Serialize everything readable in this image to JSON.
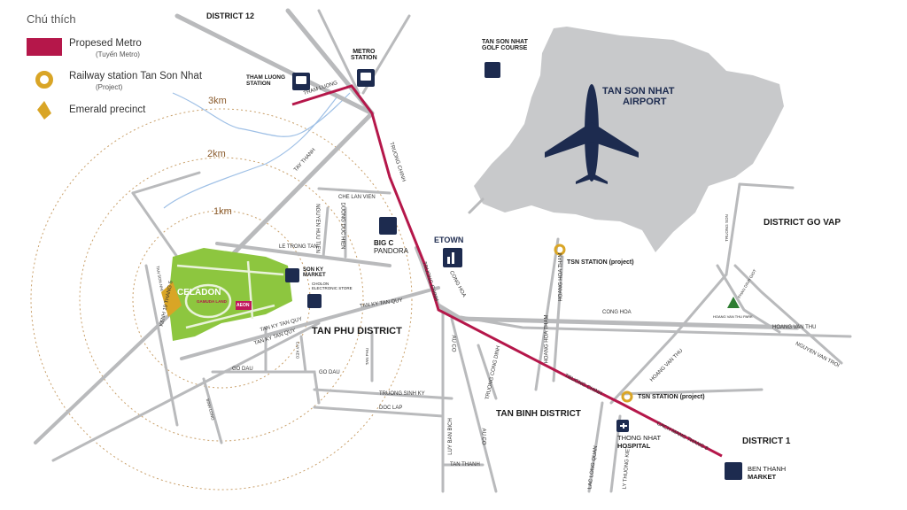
{
  "legend": {
    "title": "Chú thích",
    "items": [
      {
        "label": "Propesed Metro",
        "sub": "(Tuyến Metro)",
        "icon": "metro-line-swatch"
      },
      {
        "label": "Railway station Tan Son Nhat",
        "sub": "(Project)",
        "icon": "railway-station-ring"
      },
      {
        "label": "Emerald precinct",
        "sub": "",
        "icon": "emerald-diamond"
      }
    ]
  },
  "colors": {
    "metro": "#b5174a",
    "road": "#b9babc",
    "park": "#8dc63f",
    "airport": "#c8c9cb",
    "icon": "#1d2b4f",
    "ring": "#d9a526",
    "plane": "#1d2b4f"
  },
  "districts": {
    "d12": "DISTRICT 12",
    "tan_phu": "TAN PHU DISTRICT",
    "tan_binh": "TAN BINH DISTRICT",
    "go_vap": "DISTRICT GO VAP",
    "d1": "DISTRICT 1"
  },
  "radii": {
    "r3": "3km",
    "r2": "2km",
    "r1": "1km"
  },
  "airport": {
    "name_line1": "TAN SON NHAT",
    "name_line2": "AIRPORT"
  },
  "places": {
    "metro_station_1": "METRO",
    "metro_station_2": "STATION",
    "tham_luong_1": "THAM LUONG",
    "tham_luong_2": "STATION",
    "golf_1": "TAN SON NHAT",
    "golf_2": "GOLF COURSE",
    "bigc_1": "BIG C",
    "bigc_2": "PANDORA",
    "etown": "ETOWN",
    "tsn_station_1": "TSN STATION (project)",
    "tsn_station_2": "TSN STATION (project)",
    "son_ky_1": "SON KY",
    "son_ky_2": "MARKET",
    "cholon_1": "CHOLON",
    "cholon_2": "ELECTRONIC STORE",
    "thong_nhat_1": "THONG NHAT",
    "thong_nhat_2": "HOSPITAL",
    "ben_thanh_1": "BEN THANH",
    "ben_thanh_2": "MARKET",
    "hoang_van_thu_park": "HOANG VAN THU PARK",
    "celadon": "CELADON",
    "gamuda": "GAMUDA LAND",
    "aeon": "AEON"
  },
  "streets": {
    "tham_luong": "THAM LUONG",
    "truong_chinh_1": "TRUONG CHINH",
    "truong_chinh_2": "TRUONG CHINH",
    "truong_chinh_3": "TRUONG CHINH",
    "tay_thanh": "TAY THANH",
    "che_lan_vien": "CHE LAN VIEN",
    "nguyen_huu_tien": "NGUYEN HUU TIEN",
    "duong_duc_hien": "DUONG DUC HIEN",
    "le_trong_tan": "LE TRONG TAN",
    "cong_hoa_1": "CONG HOA",
    "cong_hoa_2": "CONG HOA",
    "tan_ky_tan_quy_1": "TAN KY TAN QUY",
    "tan_ky_tan_quy_2": "TAN KY TAN QUY",
    "tan_ky_tan_quy_3": "TAN KY TAN QUY",
    "kenh_19_thang_5": "KENH 19 THANG 5",
    "go_dau_1": "GO DAU",
    "go_dau_2": "GO DAU",
    "au_co_1": "AU CO",
    "au_co_2": "AU CO",
    "truong_cong_dinh": "TRUONG CONG DINH",
    "hoang_hoa_tham_1": "HOANG HOA THAM",
    "hoang_hoa_tham_2": "HOANG HOA THAM",
    "luy_ban_bich": "LUY BAN BICH",
    "tan_thanh": "TAN THANH",
    "truong_sinh_ky": "TRUONG SINH KY",
    "doc_lap": "DOC LAP",
    "hoang_van_thu_1": "HOANG VAN THU",
    "hoang_van_thu_2": "HOANG VAN THU",
    "nguyen_van_troi": "NGUYEN VAN TROI",
    "cach_mang_thang_8": "CACH MANG THANG 8",
    "lac_long_quan": "LAC LONG QUAN",
    "ly_thuong_kiet": "LY THUONG KIET",
    "truong_son": "TRUONG SON",
    "phan_dinh_giot": "PHAN DINH GIOT",
    "thoai_ngoc_hau": "THOAI NGOC HAU",
    "bo_bao_tan_thang": "BO BAO TAN THANG",
    "son_ky_street": "SON KY",
    "tan_son_nhi": "TAN SON NHI",
    "cay_keo": "CAY KEO",
    "binh_long": "BINH LONG",
    "tan_phu_street": "TAN PHU"
  }
}
